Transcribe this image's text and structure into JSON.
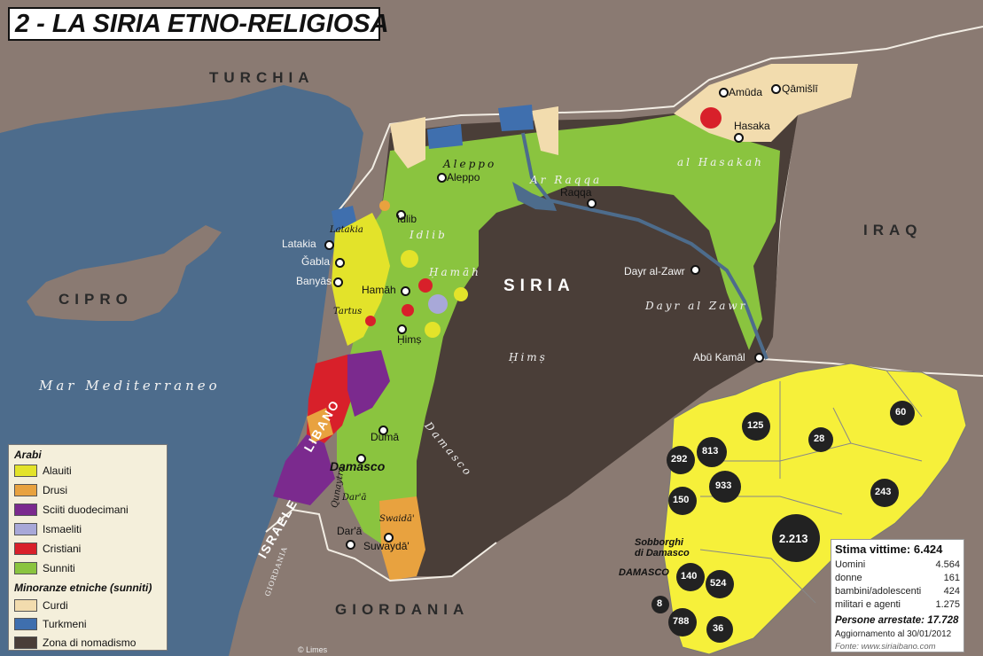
{
  "title": "2 - LA SIRIA ETNO-RELIGIOSA",
  "country_labels": {
    "turkey": "TURCHIA",
    "syria": "SIRIA",
    "iraq": "IRAQ",
    "cyprus": "CIPRO",
    "lebanon": "LIBANO",
    "israel": "ISRAELE",
    "jordan": "GIORDANIA"
  },
  "sea_label": "Mar Mediterraneo",
  "jordan_river_label": "GIORDANIA",
  "regions": {
    "aleppo": "Aleppo",
    "idlib": "Idlib",
    "latakia": "Latakia",
    "tartus": "Tartus",
    "hamah": "Ḥamāh",
    "hims": "Ḥimṣ",
    "ar_raqqa": "Ar Raqqa",
    "al_hasakah": "al Hasakah",
    "dayr_al_zawr": "Dayr al Zawr",
    "damasco": "Damasco",
    "dara": "Dar'ā",
    "swaida": "Swaidā'",
    "qunaytra": "Qunaytra"
  },
  "cities": {
    "aleppo": "Aleppo",
    "idlib": "Idlib",
    "raqqa": "Raqqa",
    "amuda": "Amūda",
    "qamishli": "Qāmišlī",
    "hasaka": "Hasaka",
    "latakia": "Latakia",
    "gabla": "Ǧabla",
    "banyas": "Banyās",
    "hamah": "Hamāh",
    "hims": "Ḥimṣ",
    "dayr_al_zawr": "Dayr al-Zawr",
    "abu_kamal": "Abū Kamāl",
    "duma": "Dūmā",
    "damasco": "Damasco",
    "dara": "Dar'ā",
    "suwayda": "Suwaydā'"
  },
  "legend": {
    "arabs_heading": "Arabi",
    "arabs": [
      {
        "label": "Alauiti",
        "color": "#e3e32a"
      },
      {
        "label": "Drusi",
        "color": "#e8a23f"
      },
      {
        "label": "Sciiti duodecimani",
        "color": "#7b2a8e"
      },
      {
        "label": "Ismaeliti",
        "color": "#a8a8d8"
      },
      {
        "label": "Cristiani",
        "color": "#d8202a"
      },
      {
        "label": "Sunniti",
        "color": "#8ac43f"
      }
    ],
    "minorities_heading": "Minoranze etniche (sunniti)",
    "minorities": [
      {
        "label": "Curdi",
        "color": "#f2dcae"
      },
      {
        "label": "Turkmeni",
        "color": "#3f6fae"
      },
      {
        "label": "Zona di nomadismo",
        "color": "#4a3e38"
      }
    ]
  },
  "inset": {
    "suburbs_label": "Sobborghi\ndi Damasco",
    "damasco_label": "DAMASCO",
    "victims": [
      "125",
      "60",
      "28",
      "292",
      "813",
      "933",
      "150",
      "243",
      "2.213",
      "140",
      "524",
      "8",
      "788",
      "36"
    ]
  },
  "stats": {
    "heading": "Stima vittime: 6.424",
    "rows": [
      {
        "label": "Uomini",
        "value": "4.564"
      },
      {
        "label": "donne",
        "value": "161"
      },
      {
        "label": "bambini/adolescenti",
        "value": "424"
      },
      {
        "label": "militari e agenti",
        "value": "1.275"
      }
    ],
    "arrested": "Persone arrestate: 17.728",
    "updated": "Aggiornamento al 30/01/2012",
    "source": "Fonte: www.siriaibano.com"
  },
  "credit": "© Limes",
  "colors": {
    "sea": "#4d6c8c",
    "land": "#8a7a72",
    "sunni": "#8ac43f",
    "alawite": "#e3e32a",
    "kurd": "#f2dcae",
    "nomad": "#4a3e38",
    "inset_fill": "#f6f03a"
  }
}
